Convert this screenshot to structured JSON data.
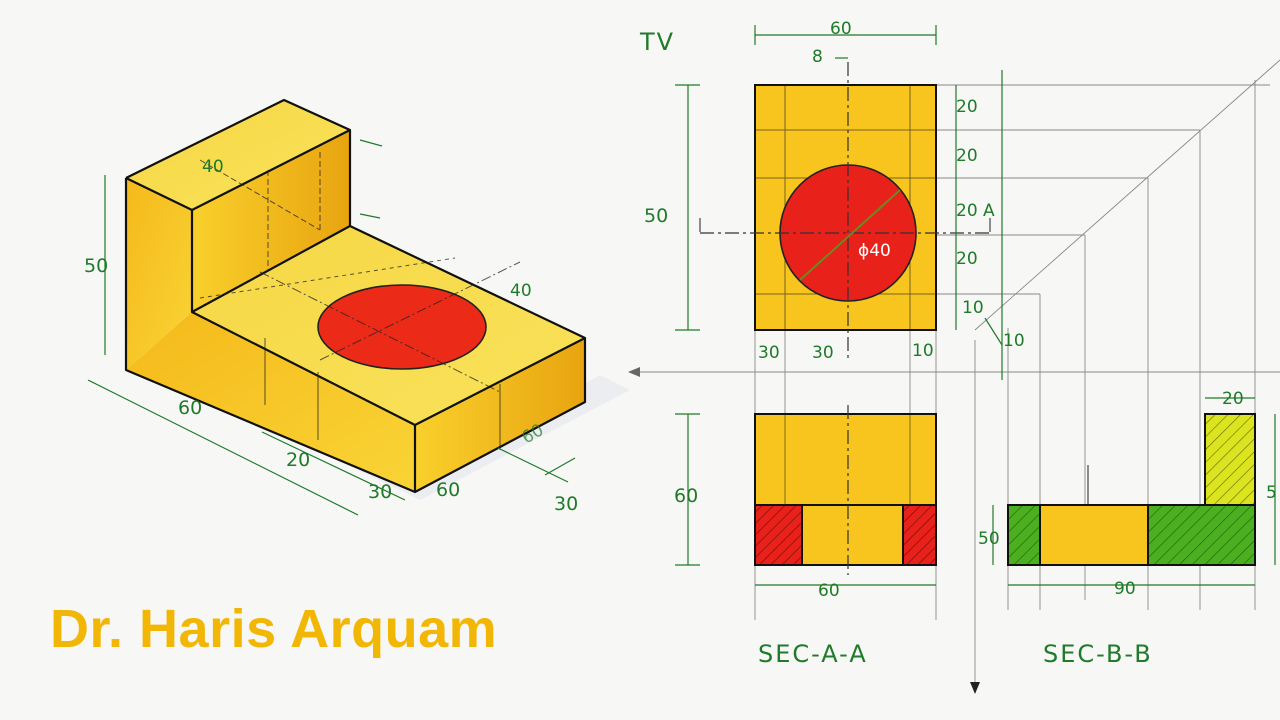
{
  "author": "Dr. Haris Arquam",
  "iso": {
    "dims": {
      "height": "50",
      "top_length": "40",
      "hole_note": "40",
      "length": "60",
      "mid_20": "20",
      "base_30": "30",
      "width_60": "60",
      "width_30": "30",
      "small_60": "60"
    }
  },
  "top_view": {
    "label": "TV",
    "dims": {
      "width": "60",
      "offset": "8",
      "height": "50",
      "r1": "20",
      "r2": "20",
      "r3": "20 A",
      "r4": "20",
      "r5": "10",
      "bottom_left": "30",
      "bottom_mid": "30",
      "bottom_right": "10",
      "miter_10": "10",
      "hole": "ϕ40"
    }
  },
  "section_aa": {
    "label": "SEC-A-A",
    "dims": {
      "height": "60",
      "width": "60"
    }
  },
  "section_bb": {
    "label": "SEC-B-B",
    "dims": {
      "top": "20",
      "height": "50",
      "width": "90",
      "right_edge": "5"
    }
  },
  "colors": {
    "yellow": "#f7c51e",
    "yellow_dark": "#e09a0c",
    "red": "#e8211b",
    "green": "#4caf1f",
    "dim_green": "#1f7a2a"
  }
}
